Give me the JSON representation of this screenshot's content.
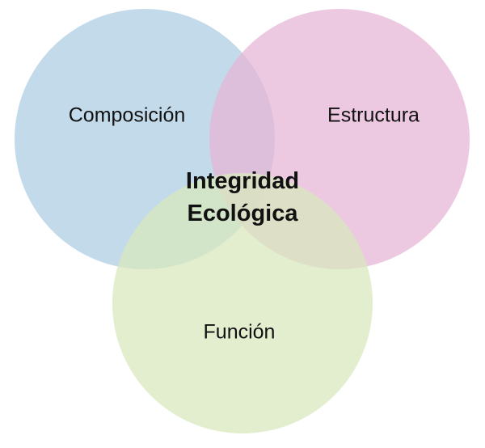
{
  "colors": {
    "composicion": "#b7d3e6",
    "estructura": "#e5b5d7",
    "funcion": "#d8e8bd"
  },
  "circles": [
    {
      "id": "composicion",
      "label": "Composición"
    },
    {
      "id": "estructura",
      "label": "Estructura"
    },
    {
      "id": "funcion",
      "label": "Función"
    }
  ],
  "center": {
    "line1": "Integridad",
    "line2": "Ecológica"
  }
}
